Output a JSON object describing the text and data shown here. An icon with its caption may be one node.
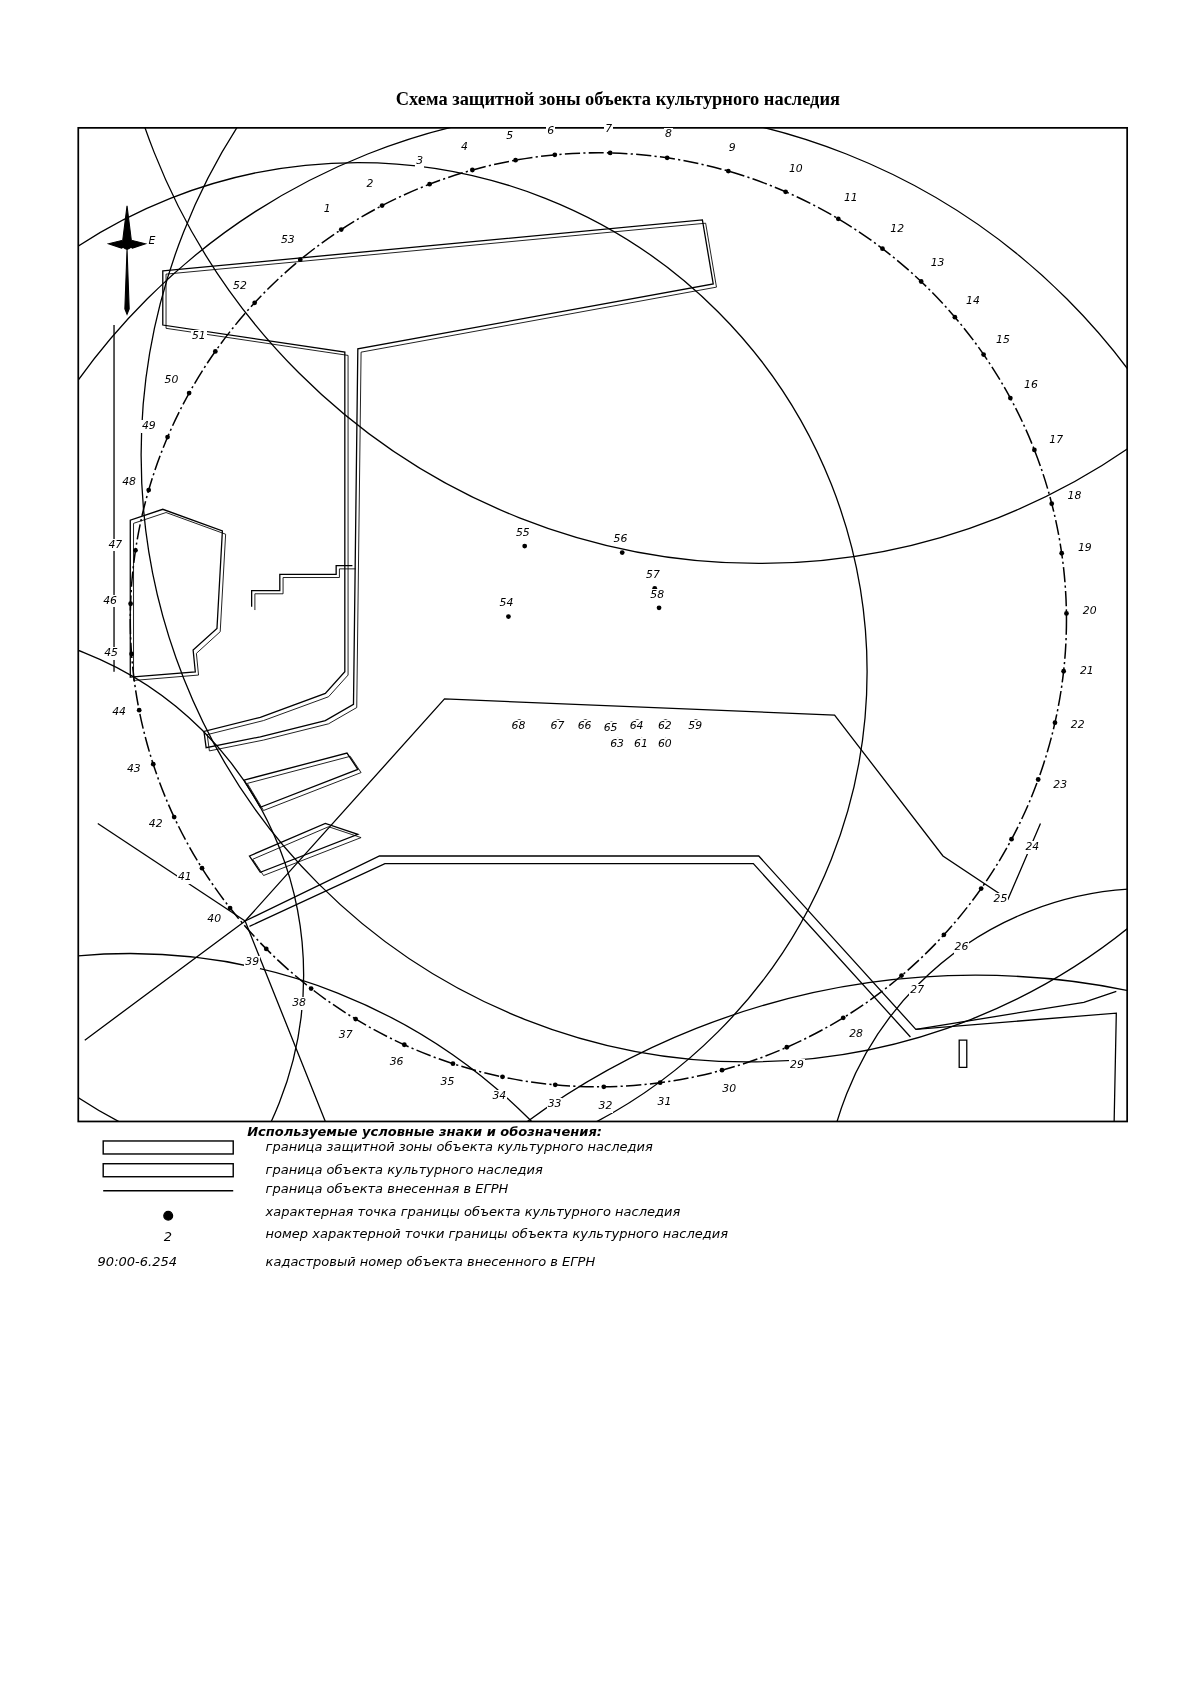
{
  "diagram": {
    "title": "Схема защитной зоны объекта культурного наследия",
    "labels": [
      "E",
      "1",
      "2",
      "3",
      "4",
      "5",
      "6",
      "7",
      "8",
      "9",
      "10",
      "11",
      "12",
      "13",
      "14",
      "15",
      "16",
      "17",
      "18",
      "19",
      "20",
      "21",
      "22",
      "23",
      "24",
      "25",
      "26",
      "27",
      "28",
      "29",
      "30",
      "31",
      "32",
      "33",
      "34",
      "35",
      "36",
      "37",
      "38",
      "39",
      "40",
      "41",
      "42",
      "43",
      "44",
      "45",
      "46",
      "47",
      "48",
      "49",
      "50",
      "51",
      "52",
      "53",
      "54",
      "55",
      "56",
      "57",
      "58",
      "59",
      "60",
      "61",
      "62",
      "63",
      "64",
      "65",
      "66",
      "67",
      "68",
      "Используемые условные знаки и обозначения:",
      "2",
      "90:00-6.254"
    ],
    "legend": [
      {
        "text": "граница защитной зоны объекта культурного наследия"
      },
      {
        "text": "граница объекта культурного наследия"
      },
      {
        "text": "граница объекта внесенная в ЕГРН"
      },
      {
        "text": "характерная точка границы объекта культурного наследия"
      },
      {
        "text": "номер характерной точки границы объекта культурного наследия"
      },
      {
        "text": "кадастровый номер объекта внесенного в ЕГРН"
      }
    ]
  }
}
